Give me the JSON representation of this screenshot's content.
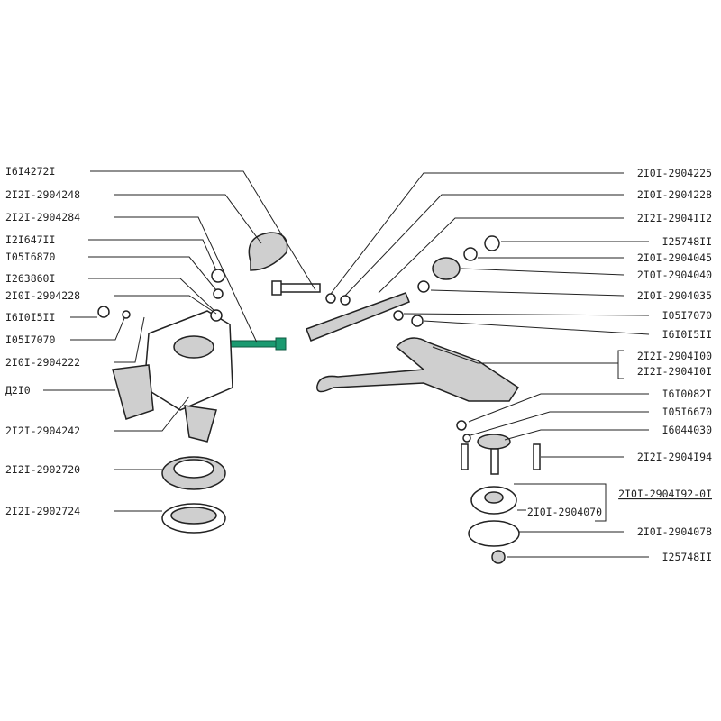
{
  "left_labels": [
    "I6I4272I",
    "2I2I-2904248",
    "2I2I-2904284",
    "I2I647II",
    "I05I6870",
    "I263860I",
    "2I0I-2904228",
    "I6I0I5II",
    "I05I7070",
    "2I0I-2904222",
    "Д2I0",
    "2I2I-2904242",
    "2I2I-2902720",
    "2I2I-2902724"
  ],
  "right_labels": [
    "2I0I-2904225",
    "2I0I-2904228",
    "2I2I-2904II2",
    "I25748II",
    "2I0I-2904045",
    "2I0I-2904040",
    "2I0I-2904035",
    "I05I7070",
    "I6I0I5II",
    "2I2I-2904I00",
    "2I2I-2904I0I",
    "I6I0082I",
    "I05I6670",
    "I6044030",
    "2I2I-2904I94",
    "2I0I-2904I92-0I",
    "2I0I-2904070",
    "2I0I-2904078",
    "I25748II"
  ],
  "colors": {
    "highlighted_bolt": "#1a9a70"
  }
}
